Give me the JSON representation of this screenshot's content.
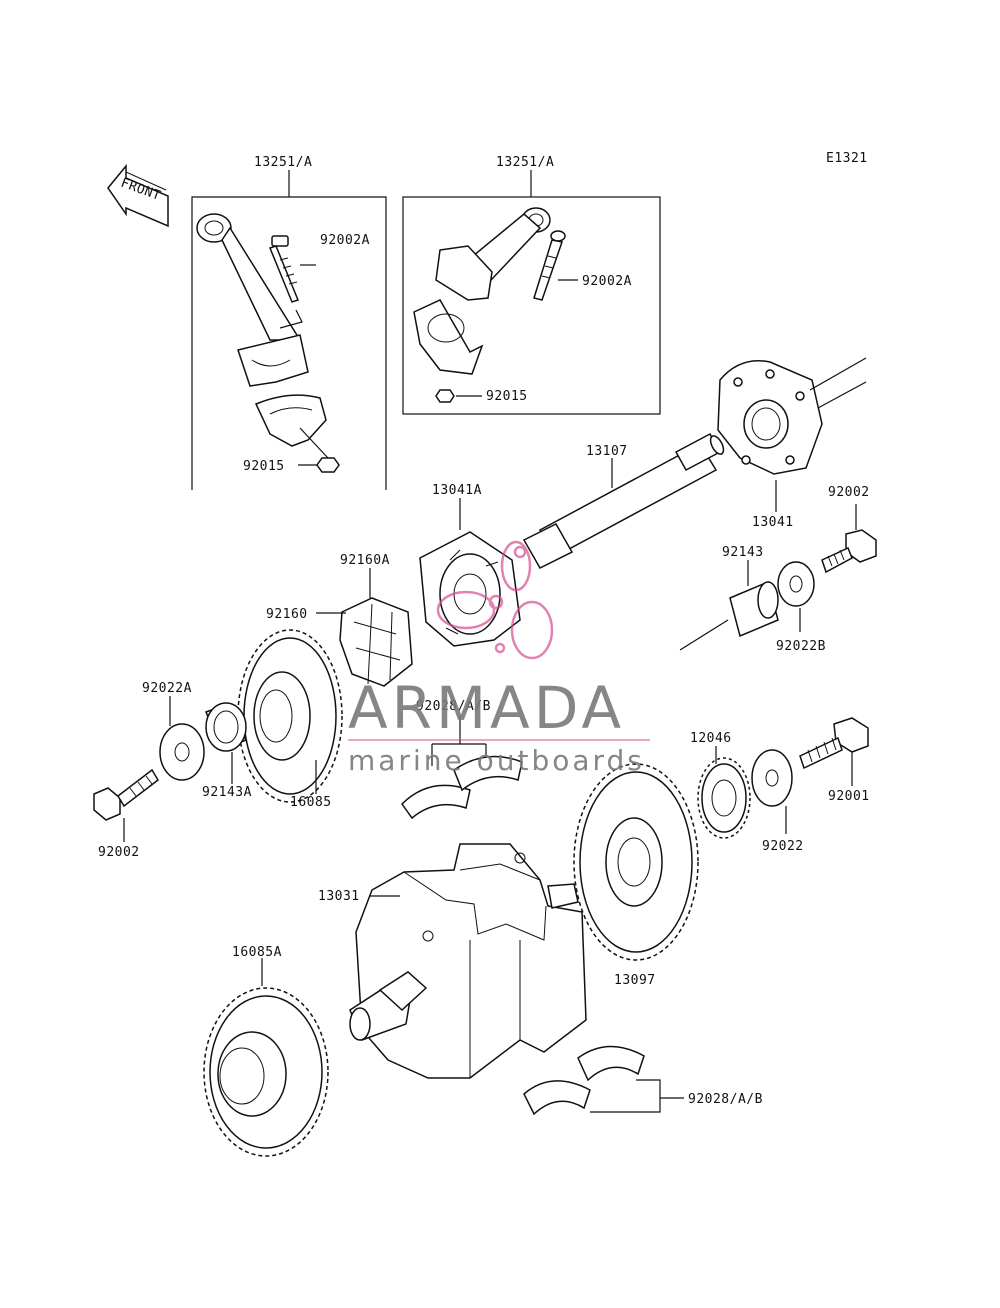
{
  "diagram": {
    "code": "E1321",
    "front_label": "FRONT",
    "watermark": {
      "brand": "ARMADA",
      "tagline": "marine outboards",
      "accent_color": "#d4478c"
    },
    "parts": {
      "conrod_left": "13251/A",
      "conrod_right": "13251/A",
      "bolt_left": "92002A",
      "bolt_right": "92002A",
      "nut_left": "92015",
      "nut_right": "92015",
      "shaft": "13107",
      "damper_cam": "13041A",
      "damper_hub": "13041",
      "bolt_upper_right": "92002",
      "collar_right": "92143",
      "washer_right_b": "92022B",
      "rubber_a": "92160A",
      "rubber": "92160",
      "bearing_upper": "92028/A/B",
      "washer_left_a": "92022A",
      "collar_left_a": "92143A",
      "gear_left": "16085",
      "bolt_left_lower": "92002",
      "gear_small": "12046",
      "bolt_lower_right": "92001",
      "washer_right": "92022",
      "crankshaft": "13031",
      "gear_large": "13097",
      "gear_bottom_left": "16085A",
      "bearing_lower": "92028/A/B"
    }
  }
}
